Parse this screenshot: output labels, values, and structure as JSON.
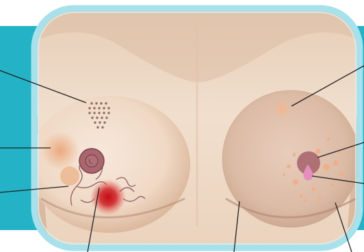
{
  "illustration": {
    "subject": "breast-symptom-illustration",
    "colors": {
      "teal_band": "#24b3c6",
      "frame_border": "#a6e1ec",
      "frame_inner_edge": "#d3f0f5",
      "skin_light": "#f2ddc8",
      "skin_mid": "#e6c2a6",
      "skin_shadow": "#c9a085",
      "areola": "#a8676e",
      "areola_ring": "#7d3f4d",
      "lump": "#c41c1c",
      "vein": "#8a5a5e",
      "discharge": "#e58fbd",
      "dimple": "#8d6d62",
      "callout_line": "#1f1f1f"
    },
    "symptoms": [
      {
        "id": "skin-dimpling",
        "icon": "dimple-dots-icon"
      },
      {
        "id": "skin-redness",
        "icon": "orange-patch-icon"
      },
      {
        "id": "nipple-inversion",
        "icon": "inverted-nipple-icon"
      },
      {
        "id": "visible-veins",
        "icon": "vein-icon"
      },
      {
        "id": "lump",
        "icon": "red-lump-icon"
      },
      {
        "id": "swelling",
        "icon": "swollen-breast-icon"
      },
      {
        "id": "small-spot",
        "icon": "orange-spot-icon"
      },
      {
        "id": "nipple-discharge",
        "icon": "droplet-icon"
      },
      {
        "id": "rash-spots",
        "icon": "speckle-icon"
      },
      {
        "id": "shape-change",
        "icon": "contour-change-icon"
      }
    ]
  }
}
